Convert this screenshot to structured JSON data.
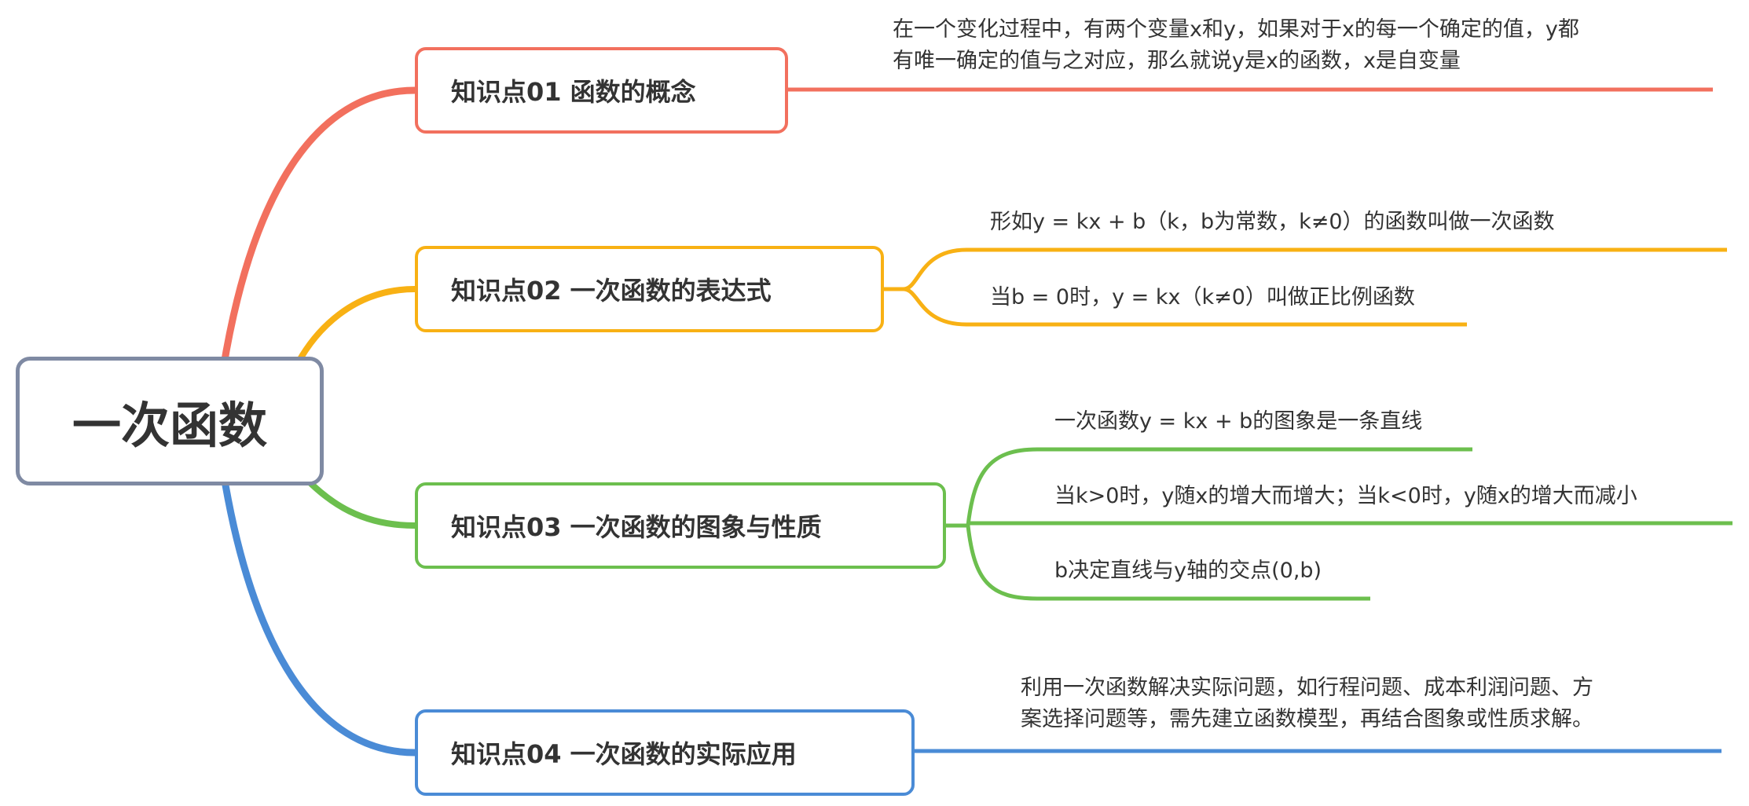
{
  "root": {
    "label": "一次函数"
  },
  "colors": {
    "root": "#7f8aa3",
    "t1": "#f2705e",
    "t2": "#f8b114",
    "t3": "#6cbf4e",
    "t4": "#4a8bd6"
  },
  "topics": [
    {
      "label": "知识点01 函数的概念",
      "details": [
        "在一个变化过程中，有两个变量x和y，如果对于x的每一个确定的值，y都",
        "有唯一确定的值与之对应，那么就说y是x的函数，x是自变量"
      ]
    },
    {
      "label": "知识点02 一次函数的表达式",
      "details": [
        "形如y = kx + b（k，b为常数，k≠0）的函数叫做一次函数",
        "当b = 0时，y = kx（k≠0）叫做正比例函数"
      ]
    },
    {
      "label": "知识点03 一次函数的图象与性质",
      "details": [
        "一次函数y = kx + b的图象是一条直线",
        "当k>0时，y随x的增大而增大；当k<0时，y随x的增大而减小",
        "b决定直线与y轴的交点(0,b)"
      ]
    },
    {
      "label": "知识点04 一次函数的实际应用",
      "details": [
        "利用一次函数解决实际问题，如行程问题、成本利润问题、方",
        "案选择问题等，需先建立函数模型，再结合图象或性质求解。"
      ]
    }
  ]
}
